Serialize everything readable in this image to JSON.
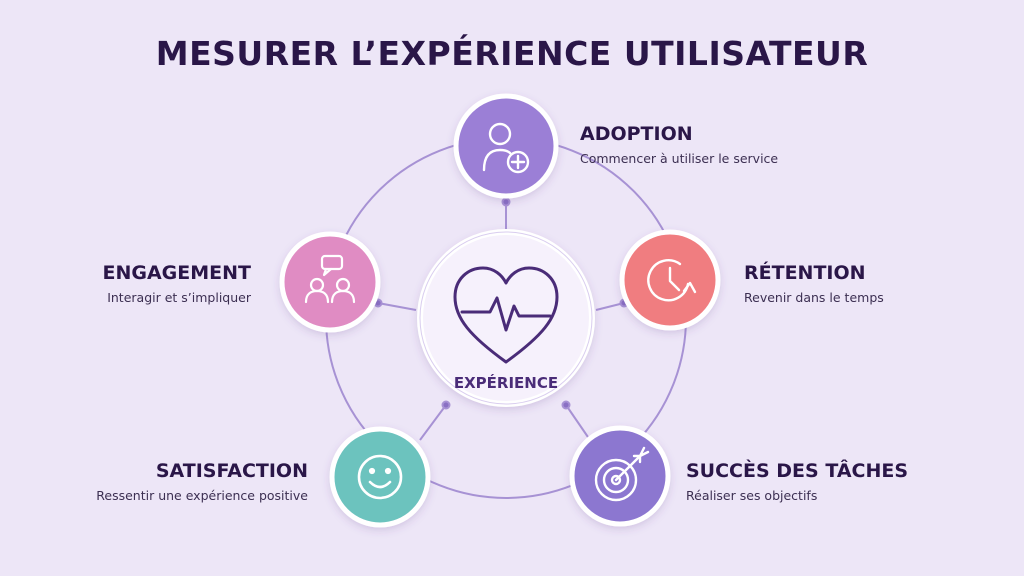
{
  "title": "MESURER L’EXPÉRIENCE UTILISATEUR",
  "center": {
    "label": "EXPÉRIENCE",
    "icon": "heart-pulse-icon"
  },
  "nodes": [
    {
      "key": "adoption",
      "title": "ADOPTION",
      "subtitle": "Commencer à utiliser le service",
      "color": "#9b7fd6",
      "icon": "user-add-icon"
    },
    {
      "key": "retention",
      "title": "RÉTENTION",
      "subtitle": "Revenir dans le temps",
      "color": "#f07d80",
      "icon": "clock-refresh-icon"
    },
    {
      "key": "succes",
      "title": "SUCCÈS DES TÂCHES",
      "subtitle": "Réaliser ses objectifs",
      "color": "#8c77d0",
      "icon": "target-arrow-icon"
    },
    {
      "key": "satisfaction",
      "title": "SATISFACTION",
      "subtitle": "Ressentir une expérience positive",
      "color": "#6cc3be",
      "icon": "smiley-icon"
    },
    {
      "key": "engagement",
      "title": "ENGAGEMENT",
      "subtitle": "Interagir et s’impliquer",
      "color": "#e08cc3",
      "icon": "chat-users-icon"
    }
  ],
  "colors": {
    "title": "#2a1648",
    "ring": "#a792d4",
    "background": "#ede6f7"
  }
}
